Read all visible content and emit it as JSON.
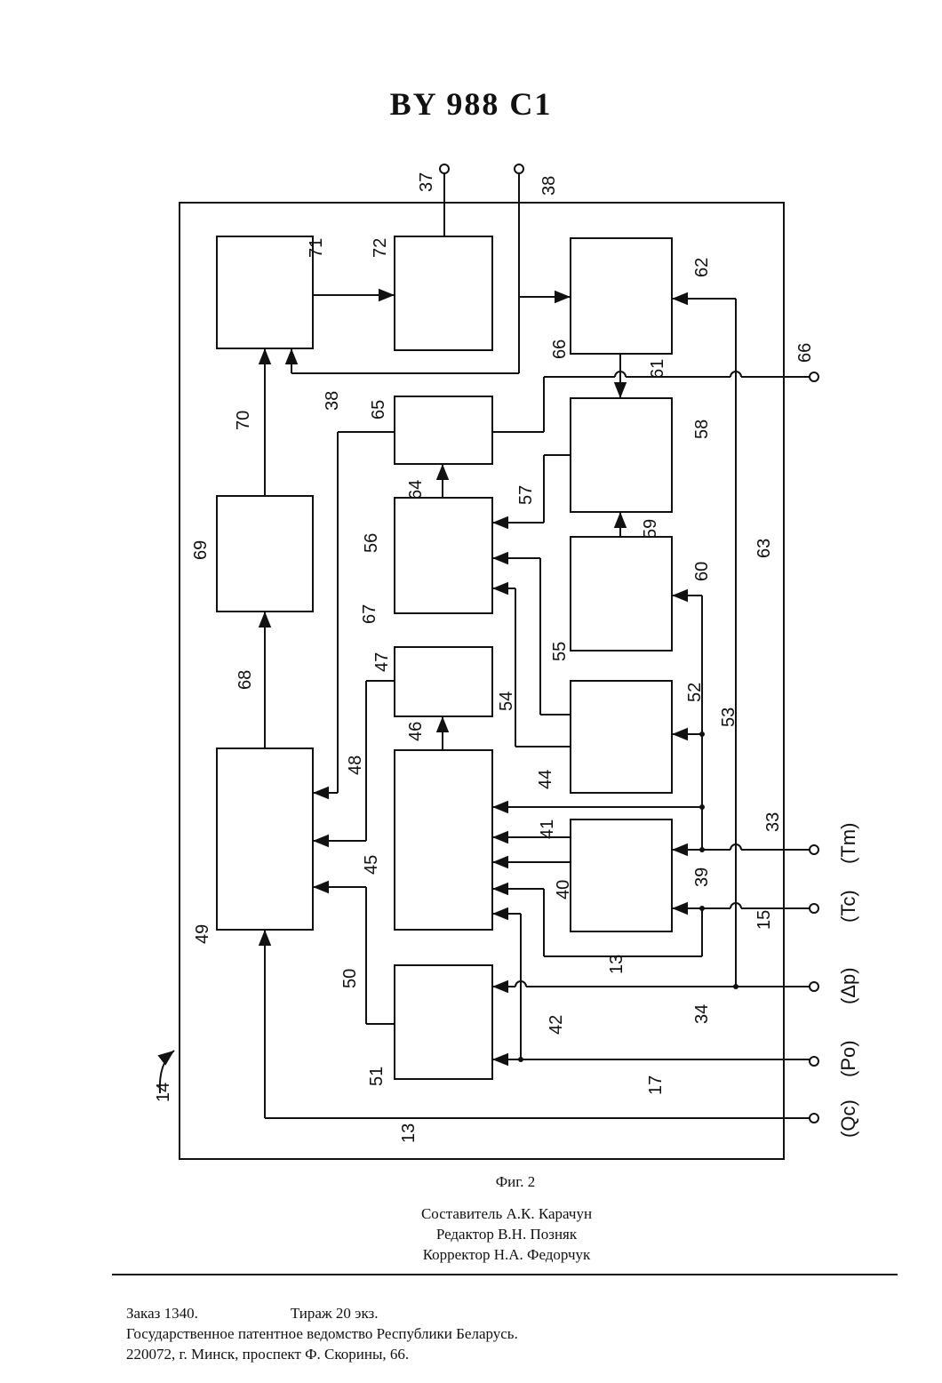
{
  "header": {
    "doc_number": "BY 988 C1"
  },
  "figure": {
    "caption": "Фиг. 2",
    "device_label": "14",
    "block_labels": [
      "39",
      "45",
      "49",
      "51",
      "52",
      "56",
      "58",
      "60",
      "62",
      "65",
      "69",
      "71",
      "72",
      "47"
    ],
    "line_labels": [
      "37",
      "38",
      "38",
      "66",
      "66",
      "61",
      "64",
      "59",
      "57",
      "70",
      "68",
      "67",
      "55",
      "54",
      "53",
      "52",
      "63",
      "44",
      "41",
      "40",
      "48",
      "46",
      "50",
      "42",
      "13",
      "13",
      "33",
      "15",
      "34",
      "17"
    ],
    "terminals": [
      "(Tm)",
      "(Tc)",
      "(Δp)",
      "(Po)",
      "(Qc)"
    ]
  },
  "credits": {
    "composer": "Составитель А.К. Карачун",
    "editor": "Редактор В.Н. Позняк",
    "corrector": "Корректор Н.А. Федорчук"
  },
  "imprint": {
    "order": "Заказ 1340.",
    "circulation": "Тираж 20 экз.",
    "office": "Государственное патентное ведомство Республики Беларусь.",
    "address": "220072, г. Минск, проспект Ф. Скорины, 66."
  }
}
